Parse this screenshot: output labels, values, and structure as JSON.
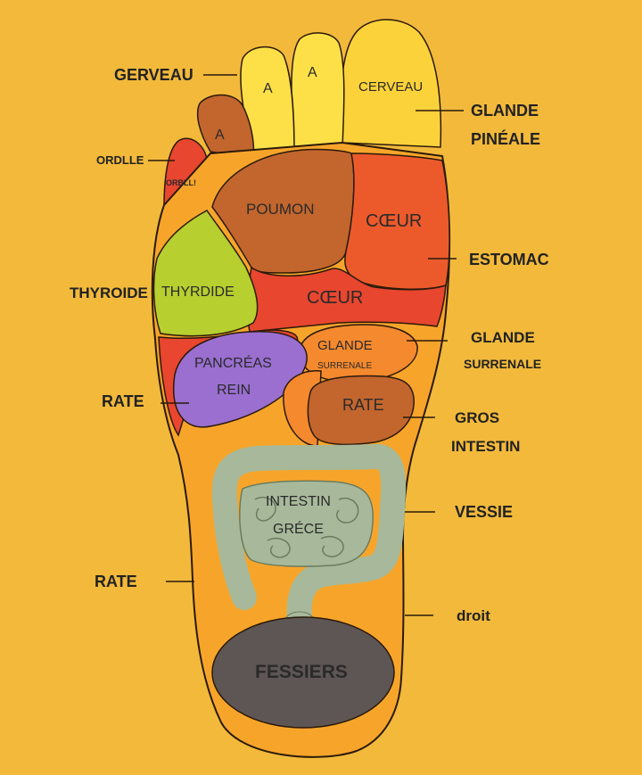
{
  "colors": {
    "background": "#f2b93b",
    "sole": "#f7a52a",
    "big_toe": "#fcd23a",
    "small_toe": "#fde047",
    "brown": "#c2662e",
    "red": "#e8462f",
    "red_orange": "#ec5a2c",
    "lime": "#b7cf2f",
    "purple": "#9a6fd0",
    "orange": "#f5892e",
    "intestine": "#a7b99a",
    "dark": "#5e5654",
    "outline": "#2b1a0a"
  },
  "inner_labels": {
    "toe_a1": "A",
    "toe_a2": "A",
    "toe_a3": "A",
    "cerveau": "CERVEAU",
    "orbll": "ORBLL!",
    "poumon": "POUMON",
    "coeur_top": "CŒUR",
    "coeur_mid": "CŒUR",
    "thyrdide": "THYRDIDE",
    "glande": "GLANDE",
    "surrenale": "SURRENALE",
    "pancreas": "PANCRÉAS",
    "rein": "REIN",
    "rate": "RATE",
    "intestin": "INTESTIN",
    "grece": "GRÉCE",
    "fessiers": "FESSIERS"
  },
  "outer_labels": {
    "gerveau": "GERVEAU",
    "ordlle": "ORDLLE",
    "thyroide": "THYROIDE",
    "rate_left": "RATE",
    "rate_bottom": "RATE",
    "glande_pineale_1": "GLANDE",
    "glande_pineale_2": "PINÉALE",
    "estomac": "ESTOMAC",
    "glande_surrenale_1": "GLANDE",
    "glande_surrenale_2": "SURRENALE",
    "gros_intestin_1": "GROS",
    "gros_intestin_2": "INTESTIN",
    "vessie": "VESSIE",
    "droit": "droit"
  }
}
